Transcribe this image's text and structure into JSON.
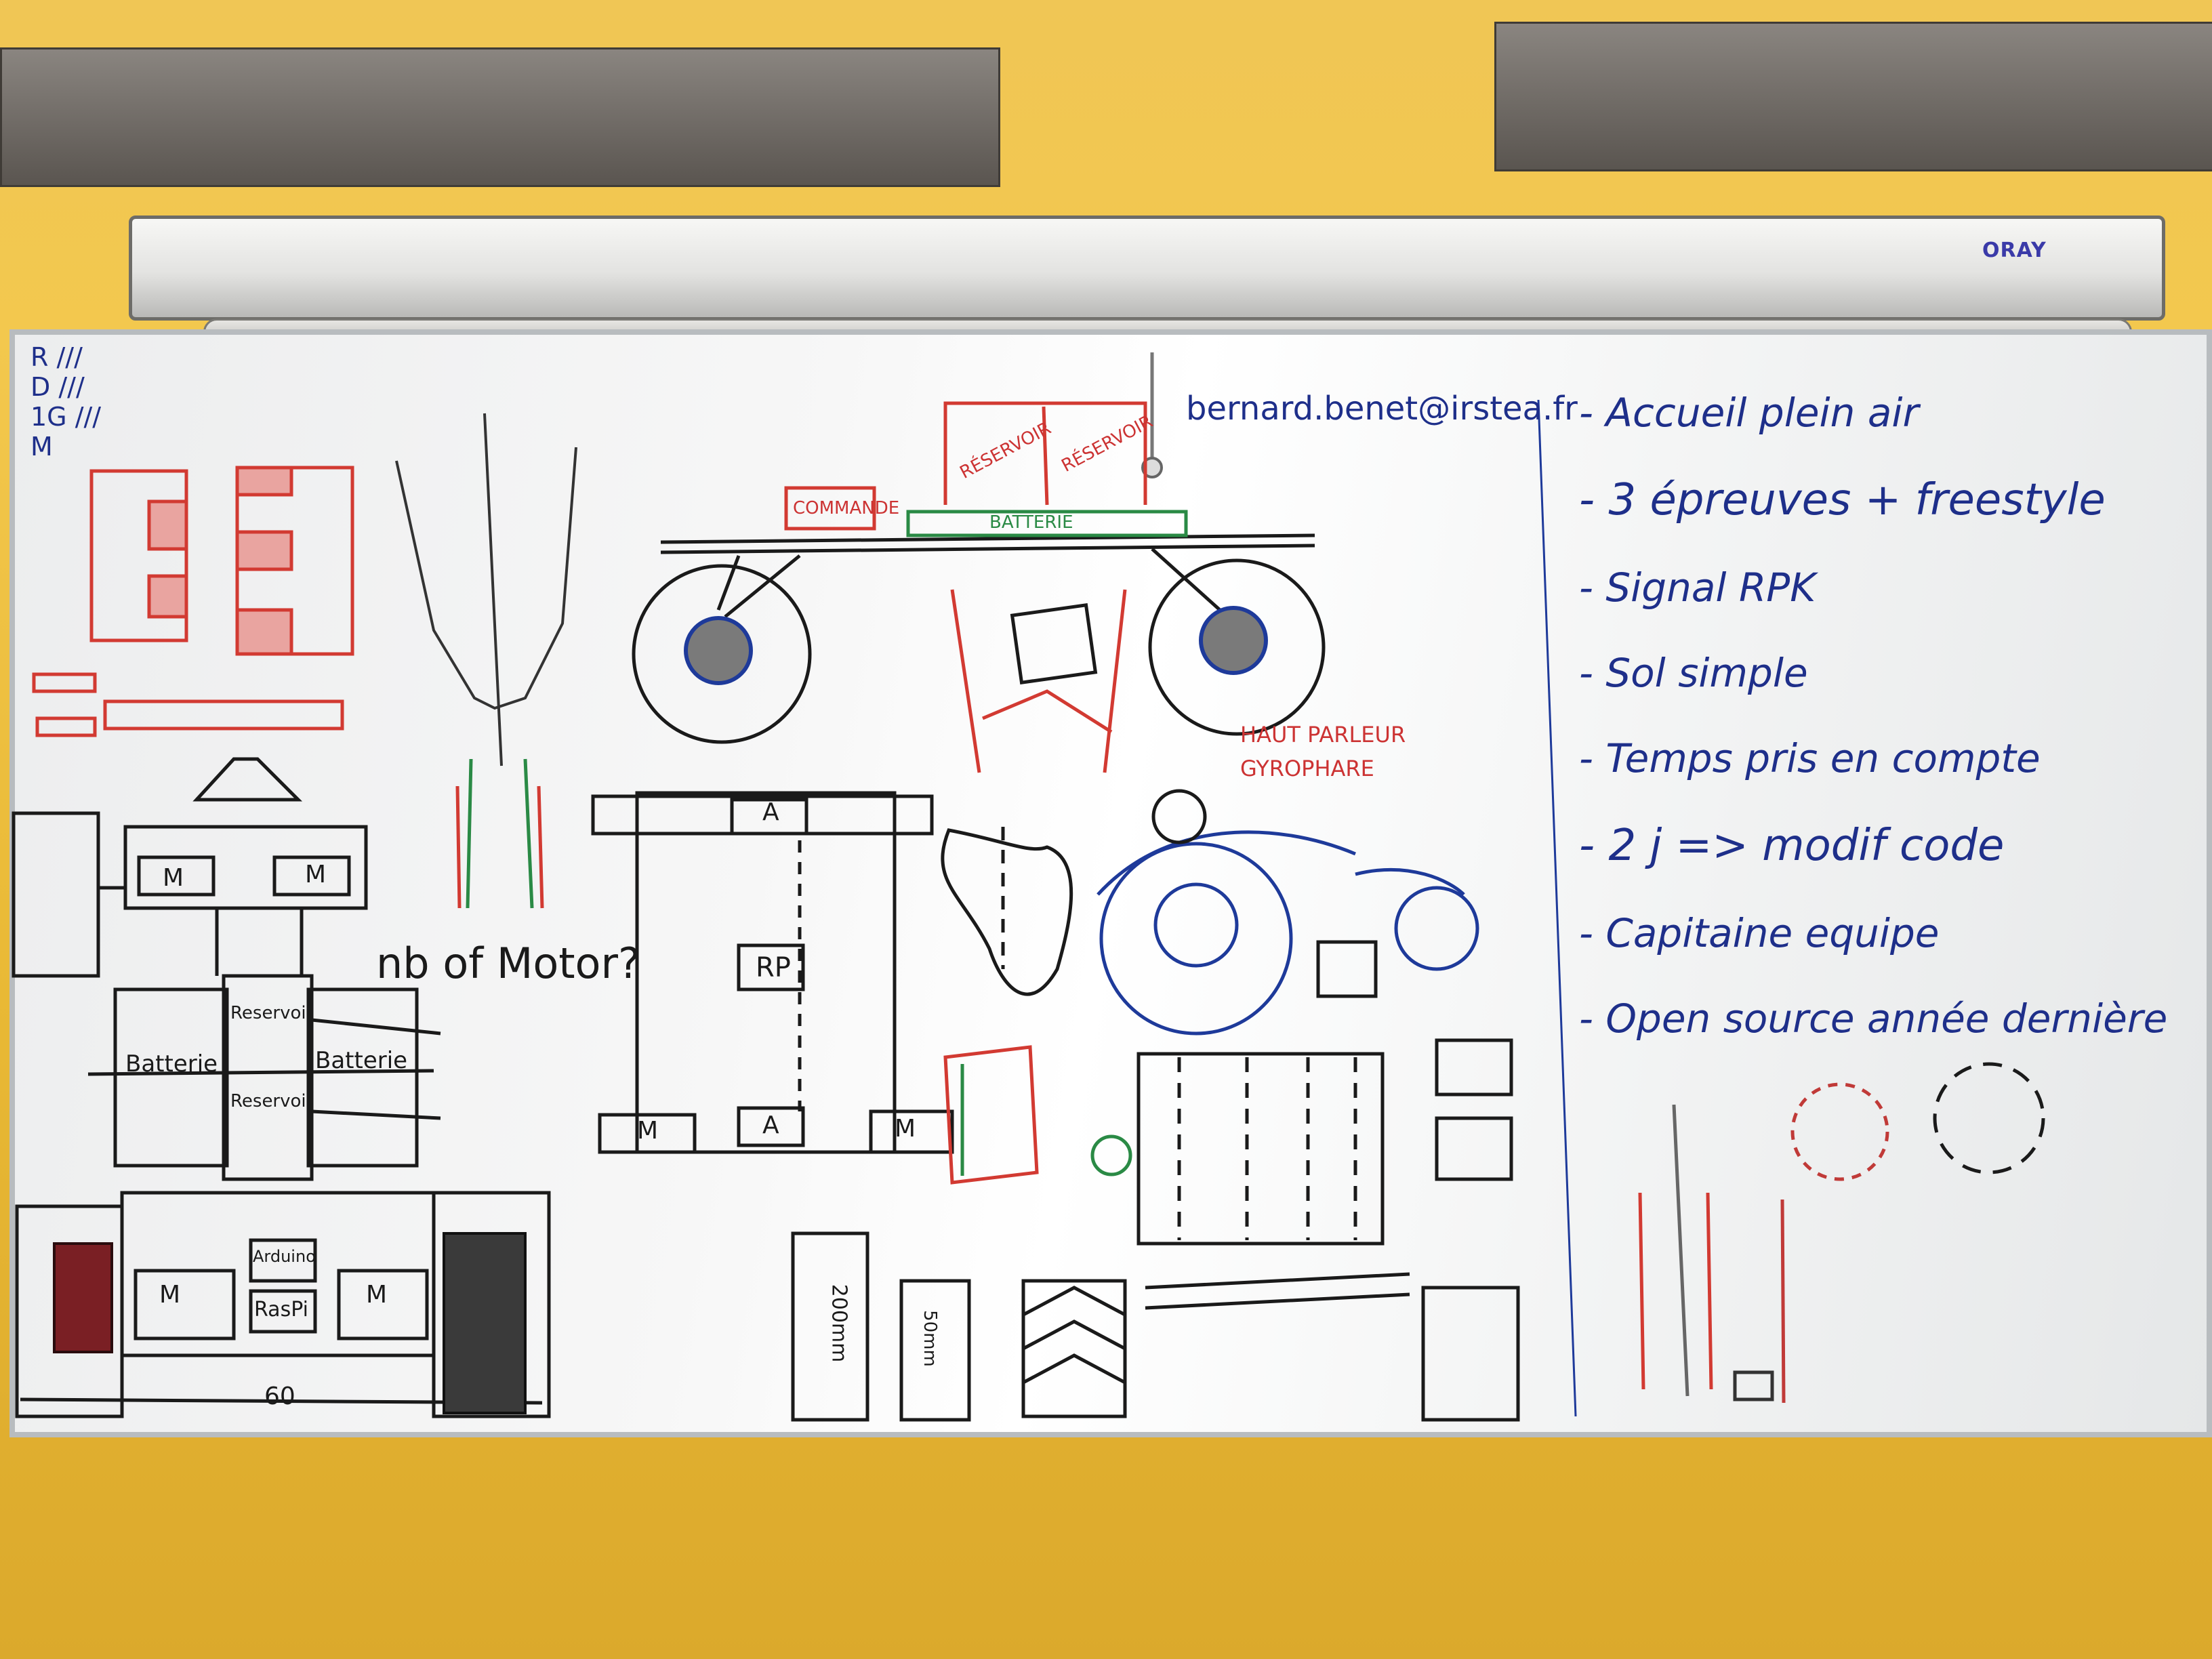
{
  "projector": {
    "brand": "ORAY"
  },
  "board": {
    "email": "bernard.benet@irstea.fr",
    "tally": [
      "R ///",
      "D ///",
      "1G ///",
      "M"
    ],
    "question": "nb of Motor?",
    "notes": [
      "- Accueil plein air",
      "- 3 épreuves + freestyle",
      "- Signal RPK",
      "- Sol simple",
      "- Temps pris en compte",
      "- 2 j => modif code",
      "- Capitaine equipe",
      "- Open source année dernière"
    ],
    "labels": {
      "commande": "COMMANDE",
      "reservoir_1": "RÉSERVOIR",
      "reservoir_2": "RÉSERVOIR",
      "batterie_top": "BATTERIE",
      "haut_parleur": "HAUT PARLEUR",
      "gyrophare": "GYROPHARE",
      "rp": "RP",
      "a_top": "A",
      "a_bottom": "A",
      "m_left": "M",
      "m_right": "M",
      "reservoir_a": "Reservoir",
      "reservoir_b": "Reservoir",
      "batterie_a": "Batterie",
      "batterie_b": "Batterie",
      "arduino": "Arduino",
      "raspi": "RasPi",
      "m_a": "M",
      "m_b": "M",
      "m_c": "M",
      "m_d": "M",
      "width": "60",
      "size_200": "200mm",
      "size_50": "50mm"
    }
  }
}
